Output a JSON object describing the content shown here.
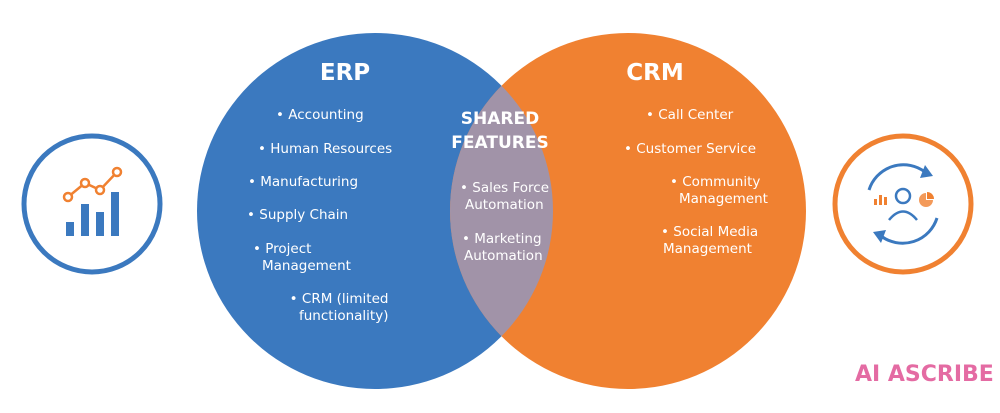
{
  "colors": {
    "erp_blue": "#3b79bf",
    "crm_orange": "#f08131",
    "overlap": "#a193a8",
    "icon_blue": "#3b79bf",
    "icon_orange": "#f08131"
  },
  "erp": {
    "title": "ERP",
    "items": [
      [
        "• Accounting"
      ],
      [
        "• Human Resources"
      ],
      [
        "• Manufacturing"
      ],
      [
        "• Supply Chain"
      ],
      [
        "• Project",
        "Management"
      ],
      [
        "• CRM (limited",
        "functionality)"
      ]
    ]
  },
  "shared": {
    "title_line1": "SHARED",
    "title_line2": "FEATURES",
    "items": [
      [
        "• Sales Force",
        "Automation"
      ],
      [
        "• Marketing",
        "Automation"
      ]
    ]
  },
  "crm": {
    "title": "CRM",
    "items": [
      [
        "• Call Center"
      ],
      [
        "• Customer Service"
      ],
      [
        "• Community",
        "Management"
      ],
      [
        "• Social Media",
        "Management"
      ]
    ]
  },
  "icons": {
    "left": "analytics-chart-icon",
    "right": "customer-cycle-icon"
  },
  "watermark": "AI ASCRIBE"
}
